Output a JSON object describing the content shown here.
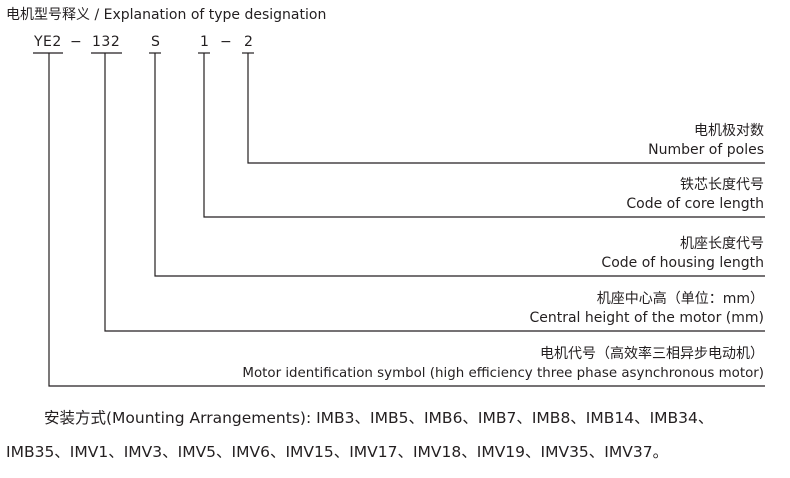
{
  "title": "电机型号释义 / Explanation of type designation",
  "designation": {
    "parts": [
      "YE2",
      "132",
      "S",
      "1",
      "2"
    ],
    "separator": "−"
  },
  "explanations": [
    {
      "cn": "电机极对数",
      "en": "Number of poles"
    },
    {
      "cn": "铁芯长度代号",
      "en": "Code of core length"
    },
    {
      "cn": "机座长度代号",
      "en": "Code of housing length"
    },
    {
      "cn": "机座中心高（单位：mm）",
      "en": "Central height of the motor (mm)"
    },
    {
      "cn": "电机代号（高效率三相异步电动机）",
      "en": "Motor identification symbol (high efficiency three phase asynchronous motor)"
    }
  ],
  "mounting": {
    "line1": "安装方式(Mounting Arrangements): IMB3、IMB5、IMB6、IMB7、IMB8、IMB14、IMB34、",
    "line2": "IMB35、IMV1、IMV3、IMV5、IMV6、IMV15、IMV17、IMV18、IMV19、IMV35、IMV37。"
  },
  "colors": {
    "ink": "#231f20",
    "line": "#231f20"
  }
}
